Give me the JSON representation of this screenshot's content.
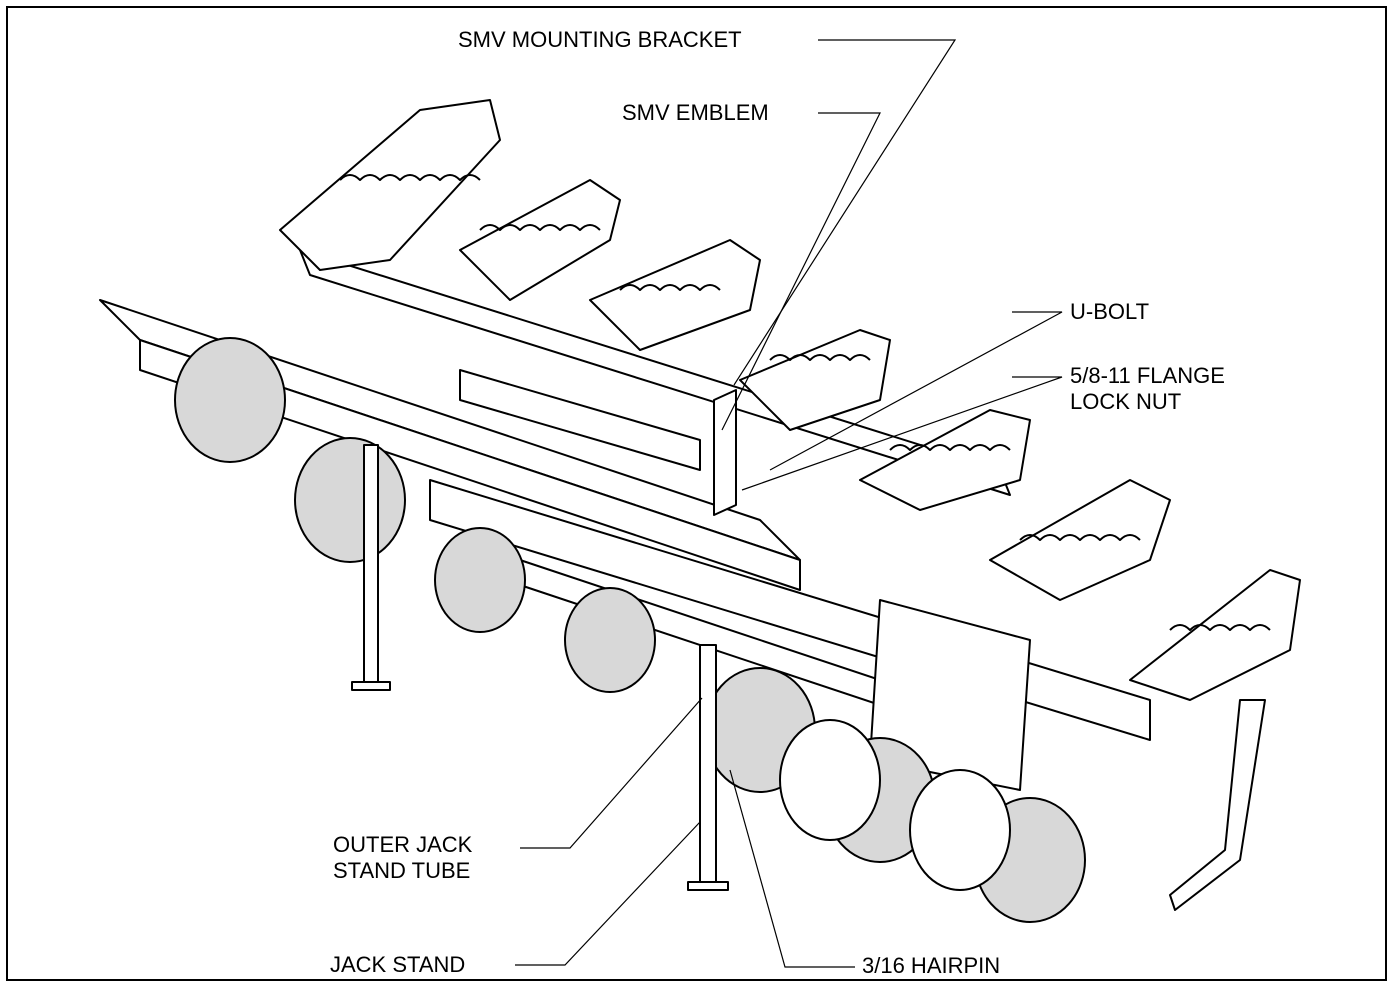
{
  "callouts": {
    "smv_mounting_bracket": "SMV MOUNTING BRACKET",
    "smv_emblem": "SMV EMBLEM",
    "u_bolt": "U-BOLT",
    "flange_lock_nut": "5/8-11 FLANGE\nLOCK NUT",
    "outer_jack_stand_tube": "OUTER JACK\nSTAND TUBE",
    "jack_stand": "JACK STAND",
    "hairpin": "3/16 HAIRPIN"
  },
  "colors": {
    "line": "#000000",
    "fill": "#ffffff",
    "tire_shade": "#d8d8d8"
  }
}
